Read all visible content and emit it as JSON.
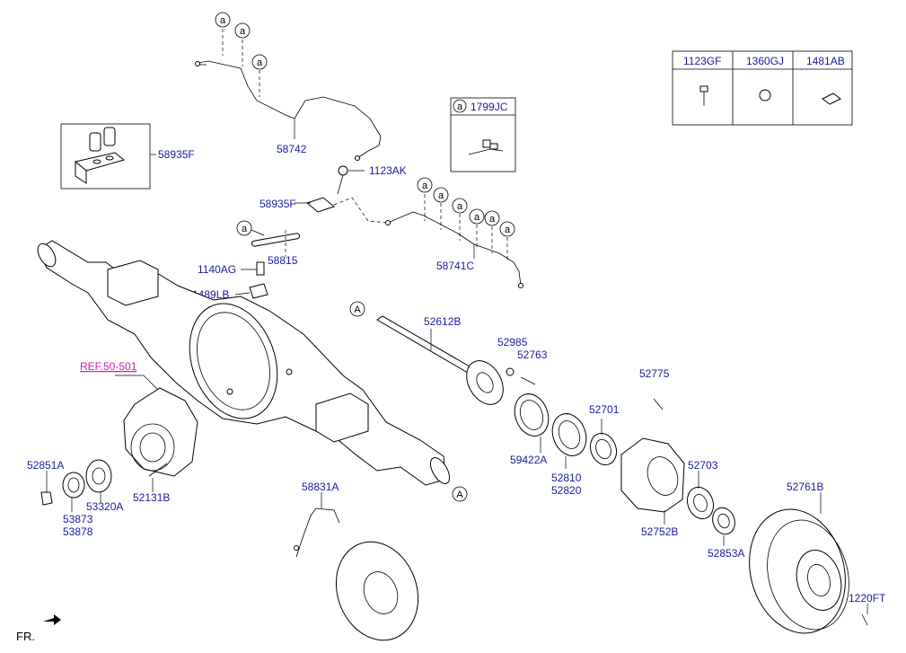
{
  "part_labels": {
    "p58742": "58742",
    "p58935F_top": "58935F",
    "p1123AK": "1123AK",
    "p58935F": "58935F",
    "p58815": "58815",
    "p58741C": "58741C",
    "p1140AG": "1140AG",
    "p1489LB": "1489LB",
    "p52612B": "52612B",
    "p52985": "52985",
    "p52763": "52763",
    "p52775": "52775",
    "p52701": "52701",
    "p59422A": "59422A",
    "p52810": "52810",
    "p52820": "52820",
    "p52703": "52703",
    "p52752B": "52752B",
    "p52853A": "52853A",
    "p52761B": "52761B",
    "p1220FT": "1220FT",
    "p52851A": "52851A",
    "p53873": "53873",
    "p53878": "53878",
    "p53320A": "53320A",
    "p52131B": "52131B",
    "p58831A": "58831A"
  },
  "ref_label": "REF.50-501",
  "callout_letter_a": "a",
  "callout_letter_A": "A",
  "fr_label": "FR.",
  "legend_box": {
    "letter": "a",
    "code": "1799JC"
  },
  "fastener_table": {
    "headers": [
      "1123GF",
      "1360GJ",
      "1481AB"
    ]
  },
  "colors": {
    "part_label": "#1a1aa0",
    "ref_label": "#d020b0",
    "line": "#000000"
  }
}
